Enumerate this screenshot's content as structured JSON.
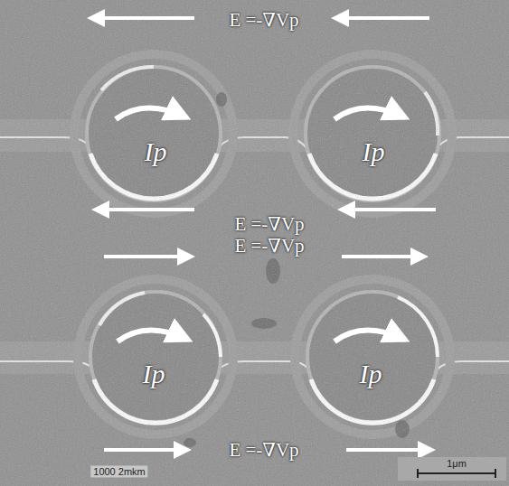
{
  "diagram": {
    "labels": [
      "E =-∇Vp",
      "Ip",
      "Ip",
      "E =-∇Vp",
      "E =-∇Vp",
      "Ip",
      "Ip",
      "E =-∇Vp",
      "1000 2mkm",
      "1μm"
    ]
  }
}
